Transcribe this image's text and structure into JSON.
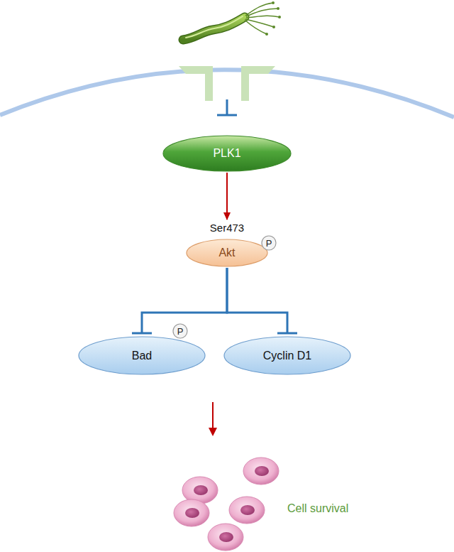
{
  "diagram": {
    "nodes": [
      {
        "text": [
          "PLK1"
        ]
      },
      {
        "text": [
          "Ser473",
          "Akt"
        ]
      },
      {
        "text": [
          "P"
        ]
      },
      {
        "text": [
          "Bad"
        ]
      },
      {
        "text": [
          "P"
        ]
      },
      {
        "text": [
          "Cyclin D1"
        ]
      }
    ],
    "edges": [
      {
        "from": 0,
        "to": 1,
        "arrow": "to"
      },
      {
        "from": 1,
        "to": 3,
        "arrow": "to"
      },
      {
        "from": 1,
        "to": 5,
        "arrow": "to"
      }
    ],
    "labels": [
      "Cell survival"
    ]
  }
}
